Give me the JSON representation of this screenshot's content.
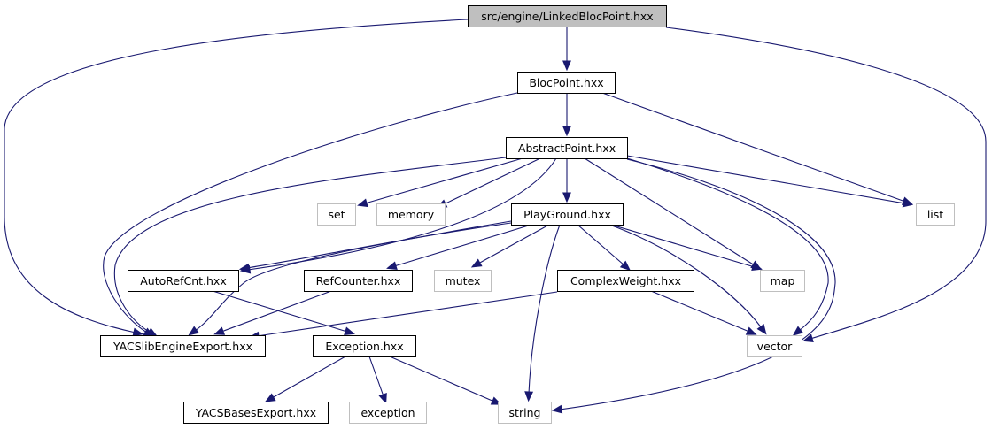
{
  "graph": {
    "title": "src/engine/LinkedBlocPoint.hxx",
    "edge_color": "#191970",
    "root_fill": "#bfbfbf",
    "external_border": "#bfbfbf",
    "nodes": [
      {
        "id": "root",
        "label": "src/engine/LinkedBlocPoint.hxx",
        "kind": "root"
      },
      {
        "id": "bloc",
        "label": "BlocPoint.hxx",
        "kind": "file"
      },
      {
        "id": "abs",
        "label": "AbstractPoint.hxx",
        "kind": "file"
      },
      {
        "id": "set",
        "label": "set",
        "kind": "system"
      },
      {
        "id": "memory",
        "label": "memory",
        "kind": "system"
      },
      {
        "id": "play",
        "label": "PlayGround.hxx",
        "kind": "file"
      },
      {
        "id": "list",
        "label": "list",
        "kind": "system"
      },
      {
        "id": "auto",
        "label": "AutoRefCnt.hxx",
        "kind": "file"
      },
      {
        "id": "refc",
        "label": "RefCounter.hxx",
        "kind": "file"
      },
      {
        "id": "mutex",
        "label": "mutex",
        "kind": "system"
      },
      {
        "id": "cw",
        "label": "ComplexWeight.hxx",
        "kind": "file"
      },
      {
        "id": "map",
        "label": "map",
        "kind": "system"
      },
      {
        "id": "yacs",
        "label": "YACSlibEngineExport.hxx",
        "kind": "file"
      },
      {
        "id": "exc",
        "label": "Exception.hxx",
        "kind": "file"
      },
      {
        "id": "vector",
        "label": "vector",
        "kind": "system"
      },
      {
        "id": "ybase",
        "label": "YACSBasesExport.hxx",
        "kind": "file"
      },
      {
        "id": "exception",
        "label": "exception",
        "kind": "system"
      },
      {
        "id": "string",
        "label": "string",
        "kind": "system"
      }
    ],
    "edges": [
      {
        "from": "root",
        "to": "bloc"
      },
      {
        "from": "root",
        "to": "yacs"
      },
      {
        "from": "root",
        "to": "vector"
      },
      {
        "from": "bloc",
        "to": "abs"
      },
      {
        "from": "bloc",
        "to": "yacs"
      },
      {
        "from": "bloc",
        "to": "list"
      },
      {
        "from": "abs",
        "to": "set"
      },
      {
        "from": "abs",
        "to": "memory"
      },
      {
        "from": "abs",
        "to": "play"
      },
      {
        "from": "abs",
        "to": "auto"
      },
      {
        "from": "abs",
        "to": "yacs"
      },
      {
        "from": "abs",
        "to": "map"
      },
      {
        "from": "abs",
        "to": "list"
      },
      {
        "from": "abs",
        "to": "vector"
      },
      {
        "from": "abs",
        "to": "string"
      },
      {
        "from": "play",
        "to": "auto"
      },
      {
        "from": "play",
        "to": "refc"
      },
      {
        "from": "play",
        "to": "mutex"
      },
      {
        "from": "play",
        "to": "cw"
      },
      {
        "from": "play",
        "to": "map"
      },
      {
        "from": "play",
        "to": "vector"
      },
      {
        "from": "play",
        "to": "string"
      },
      {
        "from": "play",
        "to": "yacs"
      },
      {
        "from": "auto",
        "to": "exc"
      },
      {
        "from": "refc",
        "to": "yacs"
      },
      {
        "from": "cw",
        "to": "yacs"
      },
      {
        "from": "cw",
        "to": "vector"
      },
      {
        "from": "exc",
        "to": "ybase"
      },
      {
        "from": "exc",
        "to": "exception"
      },
      {
        "from": "exc",
        "to": "string"
      }
    ]
  }
}
